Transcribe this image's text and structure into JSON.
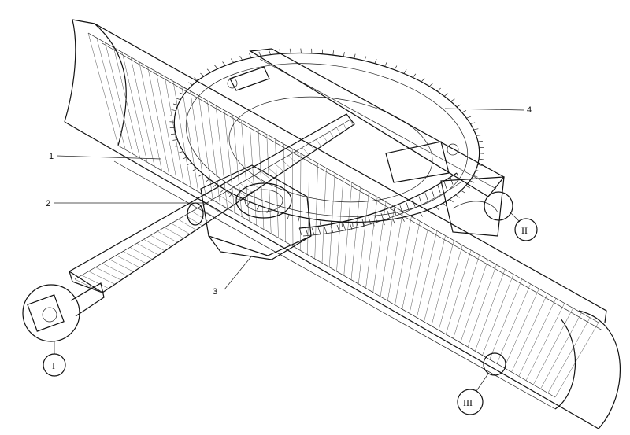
{
  "callouts": {
    "n1": "1",
    "n2": "2",
    "n3": "3",
    "n4": "4",
    "r1": "I",
    "r2": "II",
    "r3": "III"
  },
  "colors": {
    "ink": "#111111",
    "paper": "#ffffff"
  }
}
